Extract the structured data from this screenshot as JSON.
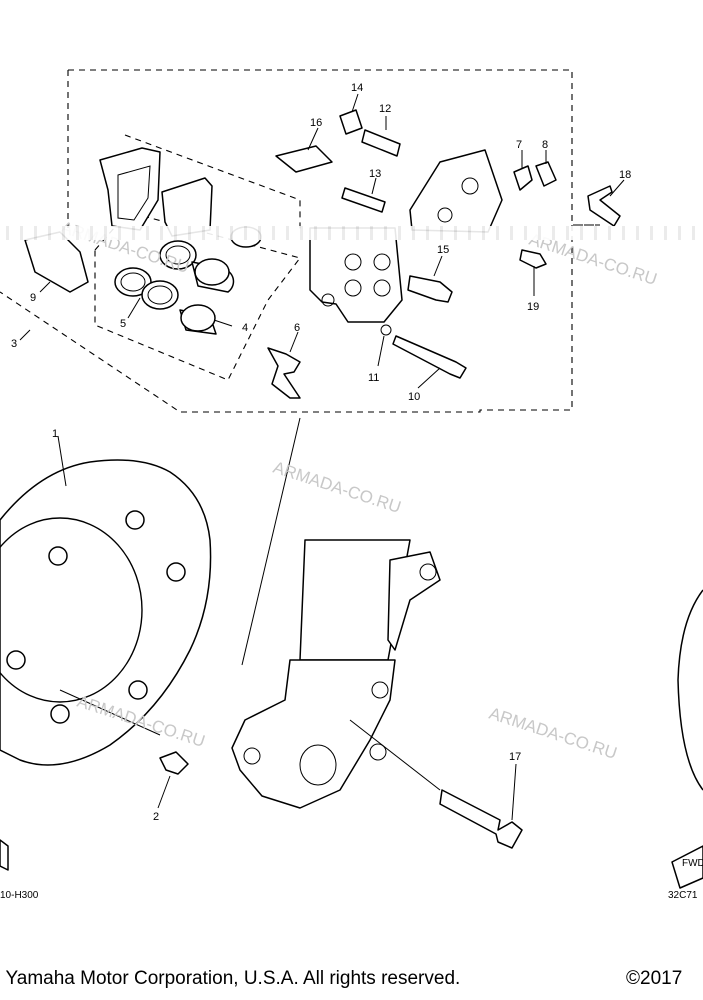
{
  "callouts": {
    "c1": "1",
    "c2": "2",
    "c3": "3",
    "c4": "4",
    "c5": "5",
    "c6": "6",
    "c7": "7",
    "c8": "8",
    "c9": "9",
    "c10": "10",
    "c11": "11",
    "c12": "12",
    "c13": "13",
    "c14": "14",
    "c15": "15",
    "c16": "16",
    "c17": "17",
    "c18": "18",
    "c19": "19"
  },
  "watermark": "ARMADA-CO.RU",
  "drawing_codes": {
    "left": "10-H300",
    "right": "32C71"
  },
  "fwd_label": "FWD",
  "copyright": {
    "left": "7 Yamaha Motor Corporation, U.S.A. All rights reserved.",
    "right": "©2017"
  }
}
